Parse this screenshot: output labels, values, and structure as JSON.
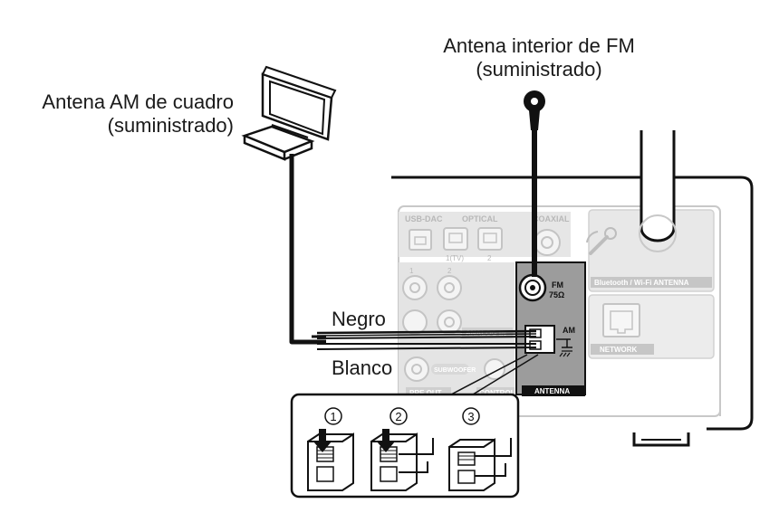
{
  "labels": {
    "am_antenna_line1": "Antena AM de cuadro",
    "am_antenna_line2": "(suministrado)",
    "fm_antenna_line1": "Antena interior de FM",
    "fm_antenna_line2": "(suministrado)",
    "negro": "Negro",
    "blanco": "Blanco"
  },
  "panel": {
    "usb_dac": "USB-DAC",
    "optical": "OPTICAL",
    "optical_1": "1(TV)",
    "optical_2": "2",
    "coaxial": "COAXIAL",
    "analog_1": "1",
    "analog_2": "2",
    "analog_in": "ANALOG IN",
    "subwoofer": "SUBWOOFER",
    "pre_out": "PRE OUT",
    "control": "CONTROL",
    "fm": "FM",
    "fm_ohm": "75Ω",
    "am": "AM",
    "antenna": "ANTENNA",
    "bt_wifi": "Bluetooth / Wi-Fi ANTENNA",
    "network": "NETWORK"
  },
  "steps": [
    "1",
    "2",
    "3"
  ],
  "colors": {
    "line": "#111111",
    "panel_grey": "#d4d4d4",
    "faded": "#c8c8c8",
    "antenna_box": "#9c9c9c"
  }
}
